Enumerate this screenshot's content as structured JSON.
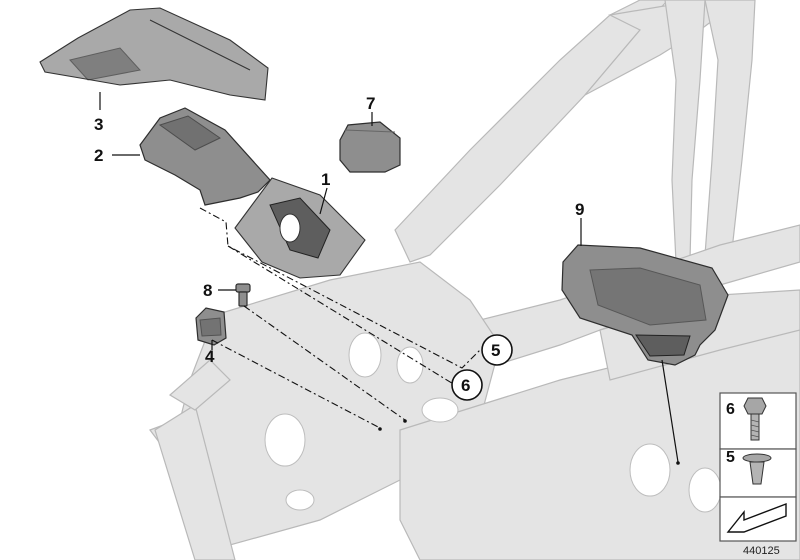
{
  "diagram": {
    "callouts": [
      {
        "id": "c1",
        "label": "1"
      },
      {
        "id": "c2",
        "label": "2"
      },
      {
        "id": "c3",
        "label": "3"
      },
      {
        "id": "c4",
        "label": "4"
      },
      {
        "id": "c5",
        "label": "5"
      },
      {
        "id": "c6",
        "label": "6"
      },
      {
        "id": "c7",
        "label": "7"
      },
      {
        "id": "c8",
        "label": "8"
      },
      {
        "id": "c9",
        "label": "9"
      }
    ],
    "legend": {
      "items": [
        {
          "label": "6",
          "icon": "hex-bolt-icon"
        },
        {
          "label": "5",
          "icon": "flat-head-screw-icon"
        }
      ],
      "footer_icon": "direction-arrow-icon"
    },
    "diagram_code": "440125",
    "colors": {
      "frame": "#e4e4e4",
      "part": "#8e8e8e",
      "ink": "#111111"
    }
  }
}
